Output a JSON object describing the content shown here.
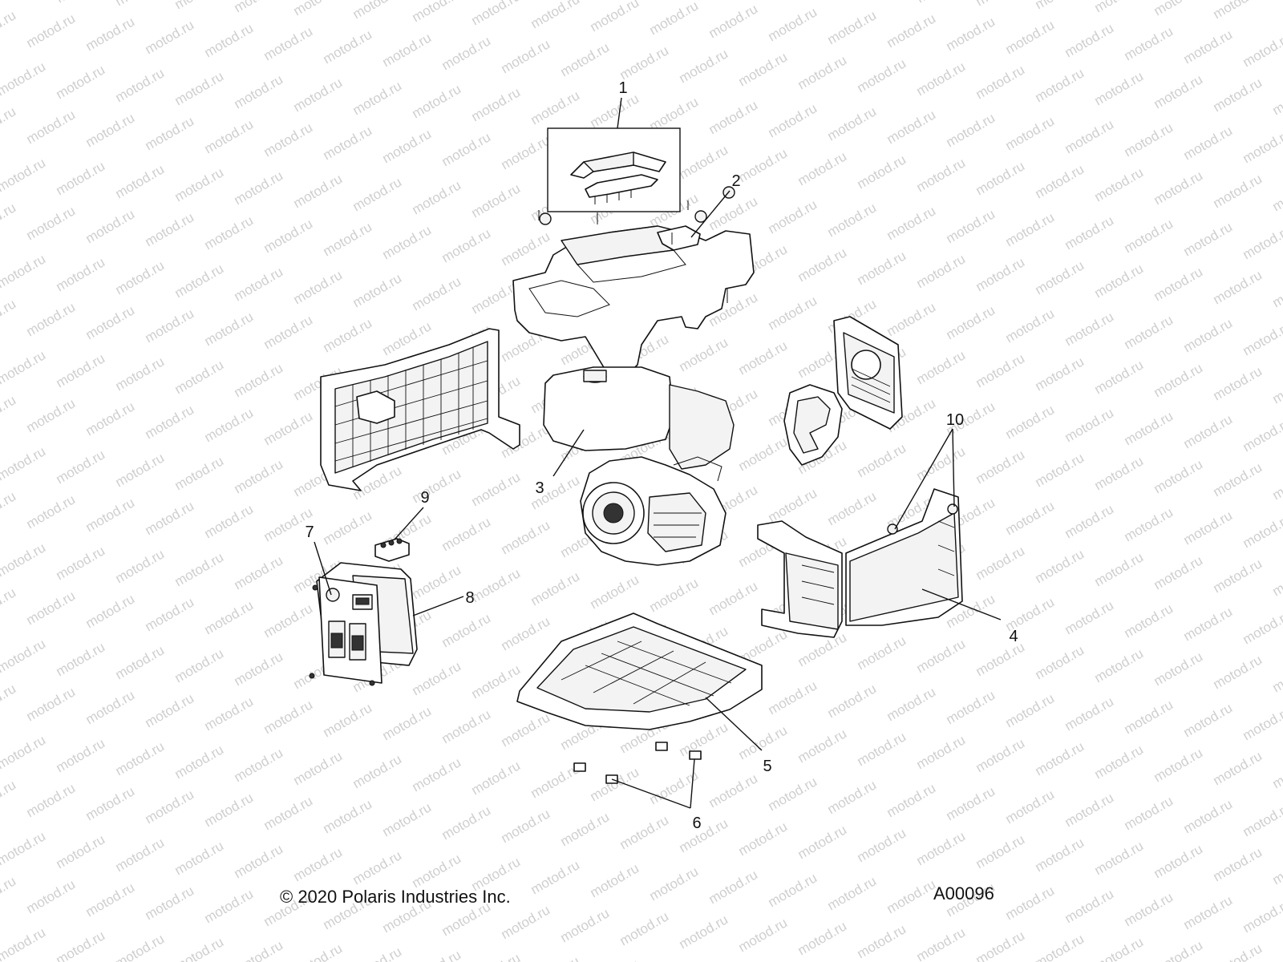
{
  "watermark": {
    "text": "motod.ru"
  },
  "callouts": [
    {
      "id": "1",
      "label": "1"
    },
    {
      "id": "2",
      "label": "2"
    },
    {
      "id": "3",
      "label": "3"
    },
    {
      "id": "4",
      "label": "4"
    },
    {
      "id": "5",
      "label": "5"
    },
    {
      "id": "6",
      "label": "6"
    },
    {
      "id": "7",
      "label": "7"
    },
    {
      "id": "8",
      "label": "8"
    },
    {
      "id": "9",
      "label": "9"
    },
    {
      "id": "10",
      "label": "10"
    }
  ],
  "footer": {
    "copyright": "© 2020 Polaris Industries Inc.",
    "diagram_code": "A00096"
  }
}
